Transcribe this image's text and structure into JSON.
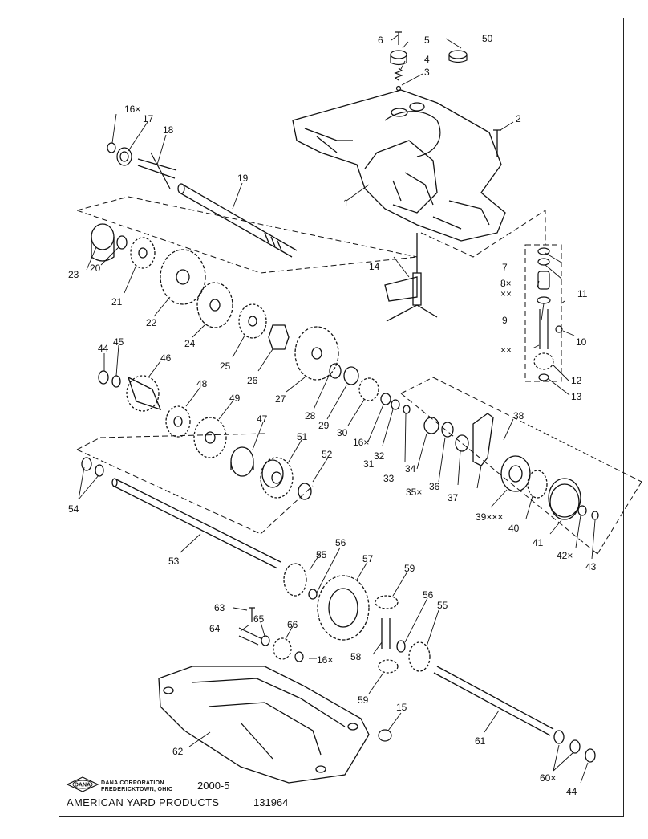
{
  "footer": {
    "logo_text": "DANA",
    "corp_line1": "DANA CORPORATION",
    "corp_line2": "FREDERICKTOWN, OHIO",
    "model": "2000-5",
    "maker": "AMERICAN YARD PRODUCTS",
    "part_number": "131964"
  },
  "callouts": {
    "c1": "1",
    "c2": "2",
    "c3": "3",
    "c4": "4",
    "c5": "5",
    "c6": "6",
    "c7": "7",
    "c8": "8×",
    "c8b": "××",
    "c9": "9",
    "c10": "10",
    "c11": "11",
    "c11b": "××",
    "c12": "12",
    "c13": "13",
    "c14": "14",
    "c15": "15",
    "c16a": "16×",
    "c16b": "16×",
    "c16c": "16×",
    "c17": "17",
    "c18": "18",
    "c19": "19",
    "c20": "20",
    "c21": "21",
    "c22": "22",
    "c23": "23",
    "c24": "24",
    "c25": "25",
    "c26": "26",
    "c27": "27",
    "c28": "28",
    "c29": "29",
    "c30": "30",
    "c31": "31",
    "c32": "32",
    "c33": "33",
    "c34": "34",
    "c35": "35×",
    "c36": "36",
    "c37": "37",
    "c38": "38",
    "c39": "39×××",
    "c40": "40",
    "c41": "41",
    "c42": "42×",
    "c43": "43",
    "c44a": "44",
    "c44b": "44",
    "c45": "45",
    "c46": "46",
    "c47": "47",
    "c48": "48",
    "c49": "49",
    "c50": "50",
    "c51": "51",
    "c52": "52",
    "c53": "53",
    "c54": "54",
    "c55a": "55",
    "c55b": "55",
    "c56a": "56",
    "c56b": "56",
    "c57": "57",
    "c58": "58",
    "c59a": "59",
    "c59b": "59",
    "c60": "60×",
    "c61": "61",
    "c62": "62",
    "c63": "63",
    "c64": "64",
    "c65": "65",
    "c66": "66"
  }
}
